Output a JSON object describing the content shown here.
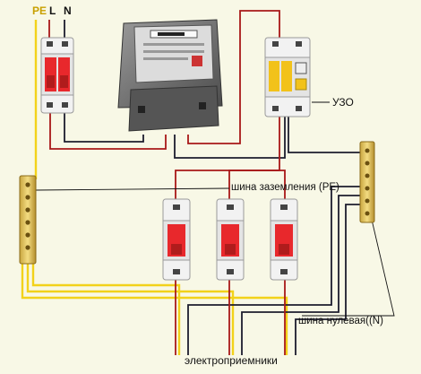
{
  "labels": {
    "pe": "PE",
    "l": "L",
    "n": "N",
    "rcd": "УЗО",
    "ground_bus": "шина заземления (PE)",
    "neutral_bus": "шина нулевая((N)",
    "loads": "электроприемники"
  },
  "colors": {
    "background": "#f8f8e6",
    "phase_wire": "#a81818",
    "neutral_wire": "#1c1c2e",
    "pe_wire": "#f2d21a",
    "breaker_red": "#e8282c",
    "breaker_body": "#f2f2f2",
    "rcd_yellow": "#f2c21a",
    "meter_body": "#6c6c6c"
  },
  "components": [
    "main-breaker",
    "electric-meter",
    "rcd",
    "ground-bus",
    "neutral-bus",
    "branch-breaker-1",
    "branch-breaker-2",
    "branch-breaker-3"
  ]
}
